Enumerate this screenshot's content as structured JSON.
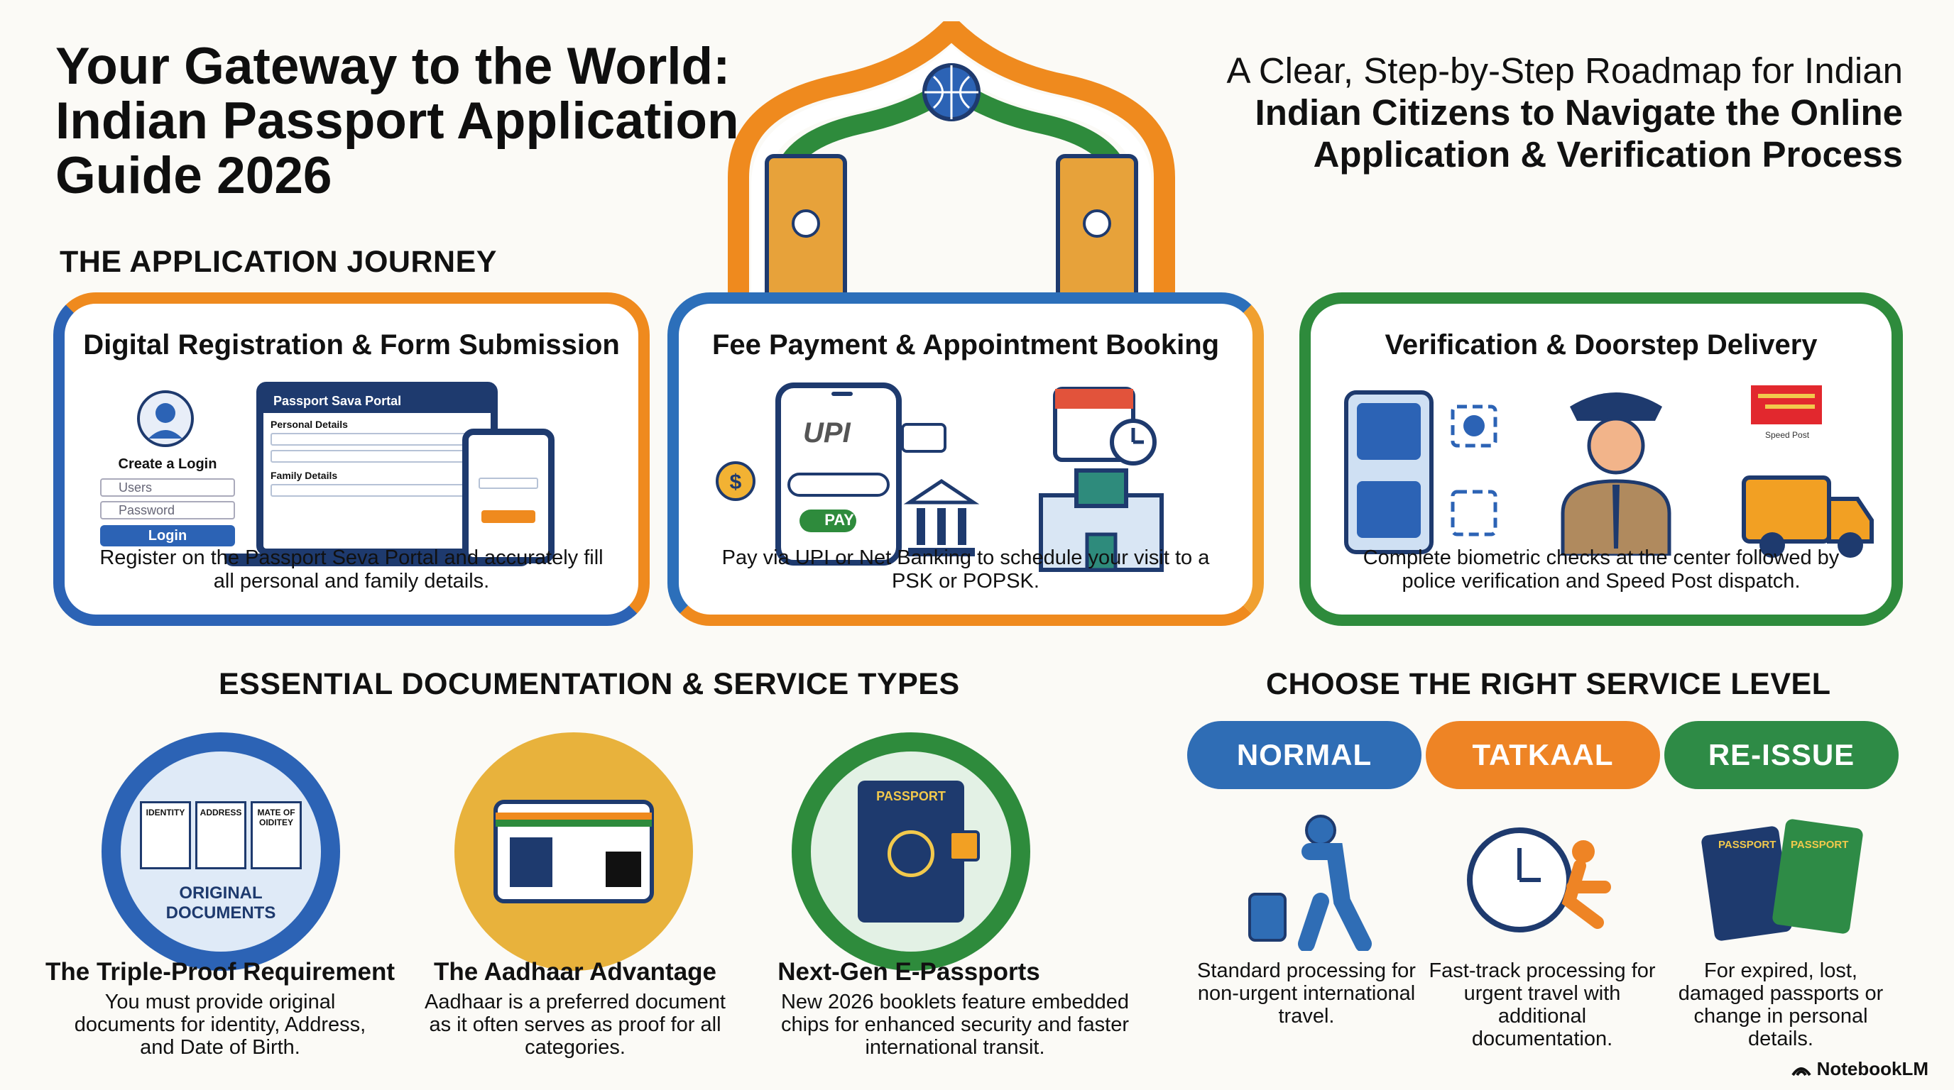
{
  "header": {
    "title_line1": "Your Gateway to the World:",
    "title_line2": "Indian Passport Application",
    "title_line3": "Guide 2026",
    "subtitle_line1": "A Clear, Step-by-Step Roadmap for Indian",
    "subtitle_line2": "Indian Citizens to Navigate the Online",
    "subtitle_line3": "Application & Verification Process"
  },
  "journey": {
    "heading": "THE APPLICATION JOURNEY",
    "steps": [
      {
        "title": "Digital Registration & Form Submission",
        "desc": "Register on the Passport Seva Portal and accurately fill all personal and family details.",
        "login_label": "Create a Login",
        "users_placeholder": "Users",
        "password_placeholder": "Password",
        "login_button": "Login",
        "portal_title": "Passport Sava Portal",
        "personal_details": "Personal Details",
        "family_details": "Family Details"
      },
      {
        "title": "Fee Payment & Appointment Booking",
        "desc": "Pay via UPI or Net Banking to schedule your visit to a PSK or POPSK.",
        "upi_label": "UPI",
        "pay_button": "PAY"
      },
      {
        "title": "Verification & Doorstep Delivery",
        "desc": "Complete biometric checks at the center followed by police verification and Speed Post dispatch.",
        "speed_post": "Speed Post"
      }
    ]
  },
  "documentation": {
    "heading": "ESSENTIAL DOCUMENTATION & SERVICE TYPES",
    "items": [
      {
        "title": "The Triple-Proof Requirement",
        "desc": "You must provide original documents for identity, Address, and Date of Birth.",
        "card_identity": "IDENTITY",
        "card_address": "ADDRESS",
        "card_dob": "MATE OF OIDITEY",
        "circle_label": "ORIGINAL DOCUMENTS"
      },
      {
        "title": "The Aadhaar Advantage",
        "desc": "Aadhaar is a preferred document as it often serves as proof for all categories."
      },
      {
        "title": "Next-Gen E-Passports",
        "desc": "New 2026 booklets feature embedded chips for enhanced security and faster international transit.",
        "passport_label": "PASSPORT"
      }
    ]
  },
  "service_level": {
    "heading": "CHOOSE THE RIGHT SERVICE LEVEL",
    "levels": [
      {
        "name": "NORMAL",
        "color": "#2f6db5",
        "desc": "Standard processing for non-urgent international travel."
      },
      {
        "name": "TATKAAL",
        "color": "#ee8425",
        "desc": "Fast-track processing for urgent travel with additional documentation."
      },
      {
        "name": "RE-ISSUE",
        "color": "#2e8b46",
        "desc": "For expired, lost, damaged passports or change in personal details.",
        "passport_a": "PASSPORT",
        "passport_b": "PASSPORT"
      }
    ]
  },
  "footer": {
    "brand": "NotebookLM"
  },
  "colors": {
    "saffron": "#ef8a1e",
    "blue": "#2c63b5",
    "green": "#2e8b3c",
    "navy": "#1e3a6e"
  }
}
